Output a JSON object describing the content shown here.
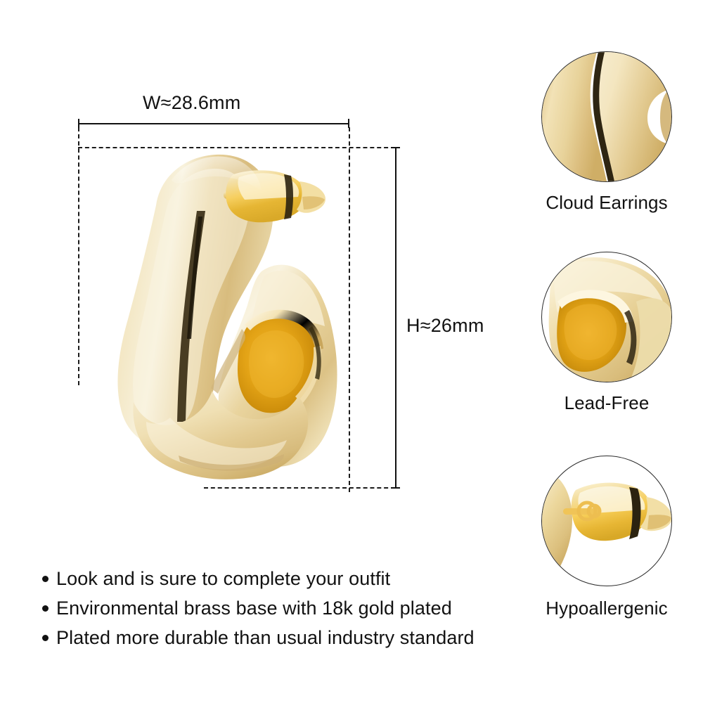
{
  "product": {
    "type": "gold-hoop-earring",
    "shape": "chunky c-shaped cloud hoop with post and butterfly clutch back",
    "colors": {
      "gold_light": "#f6ebcc",
      "gold_mid": "#e2c887",
      "gold_deep": "#c9a busy",
      "gold_shadow": "#b8954e",
      "interior_amber": "#e2a214",
      "interior_amber_deep": "#b97f07",
      "highlight": "#fffdf4",
      "reflection_dark": "#2b2212",
      "outline": "#2a2a2a"
    }
  },
  "dimensions": {
    "width_label": "W≈28.6mm",
    "height_label": "H≈26mm"
  },
  "features": [
    {
      "label": "Cloud Earrings",
      "icon": "earring-surface-closeup-icon"
    },
    {
      "label": "Lead-Free",
      "icon": "earring-hollow-end-closeup-icon"
    },
    {
      "label": "Hypoallergenic",
      "icon": "earring-post-clutch-closeup-icon"
    }
  ],
  "bullets": [
    "Look and is sure to complete your outfit",
    "Environmental brass base with 18k gold plated",
    "Plated more durable than usual industry standard"
  ]
}
